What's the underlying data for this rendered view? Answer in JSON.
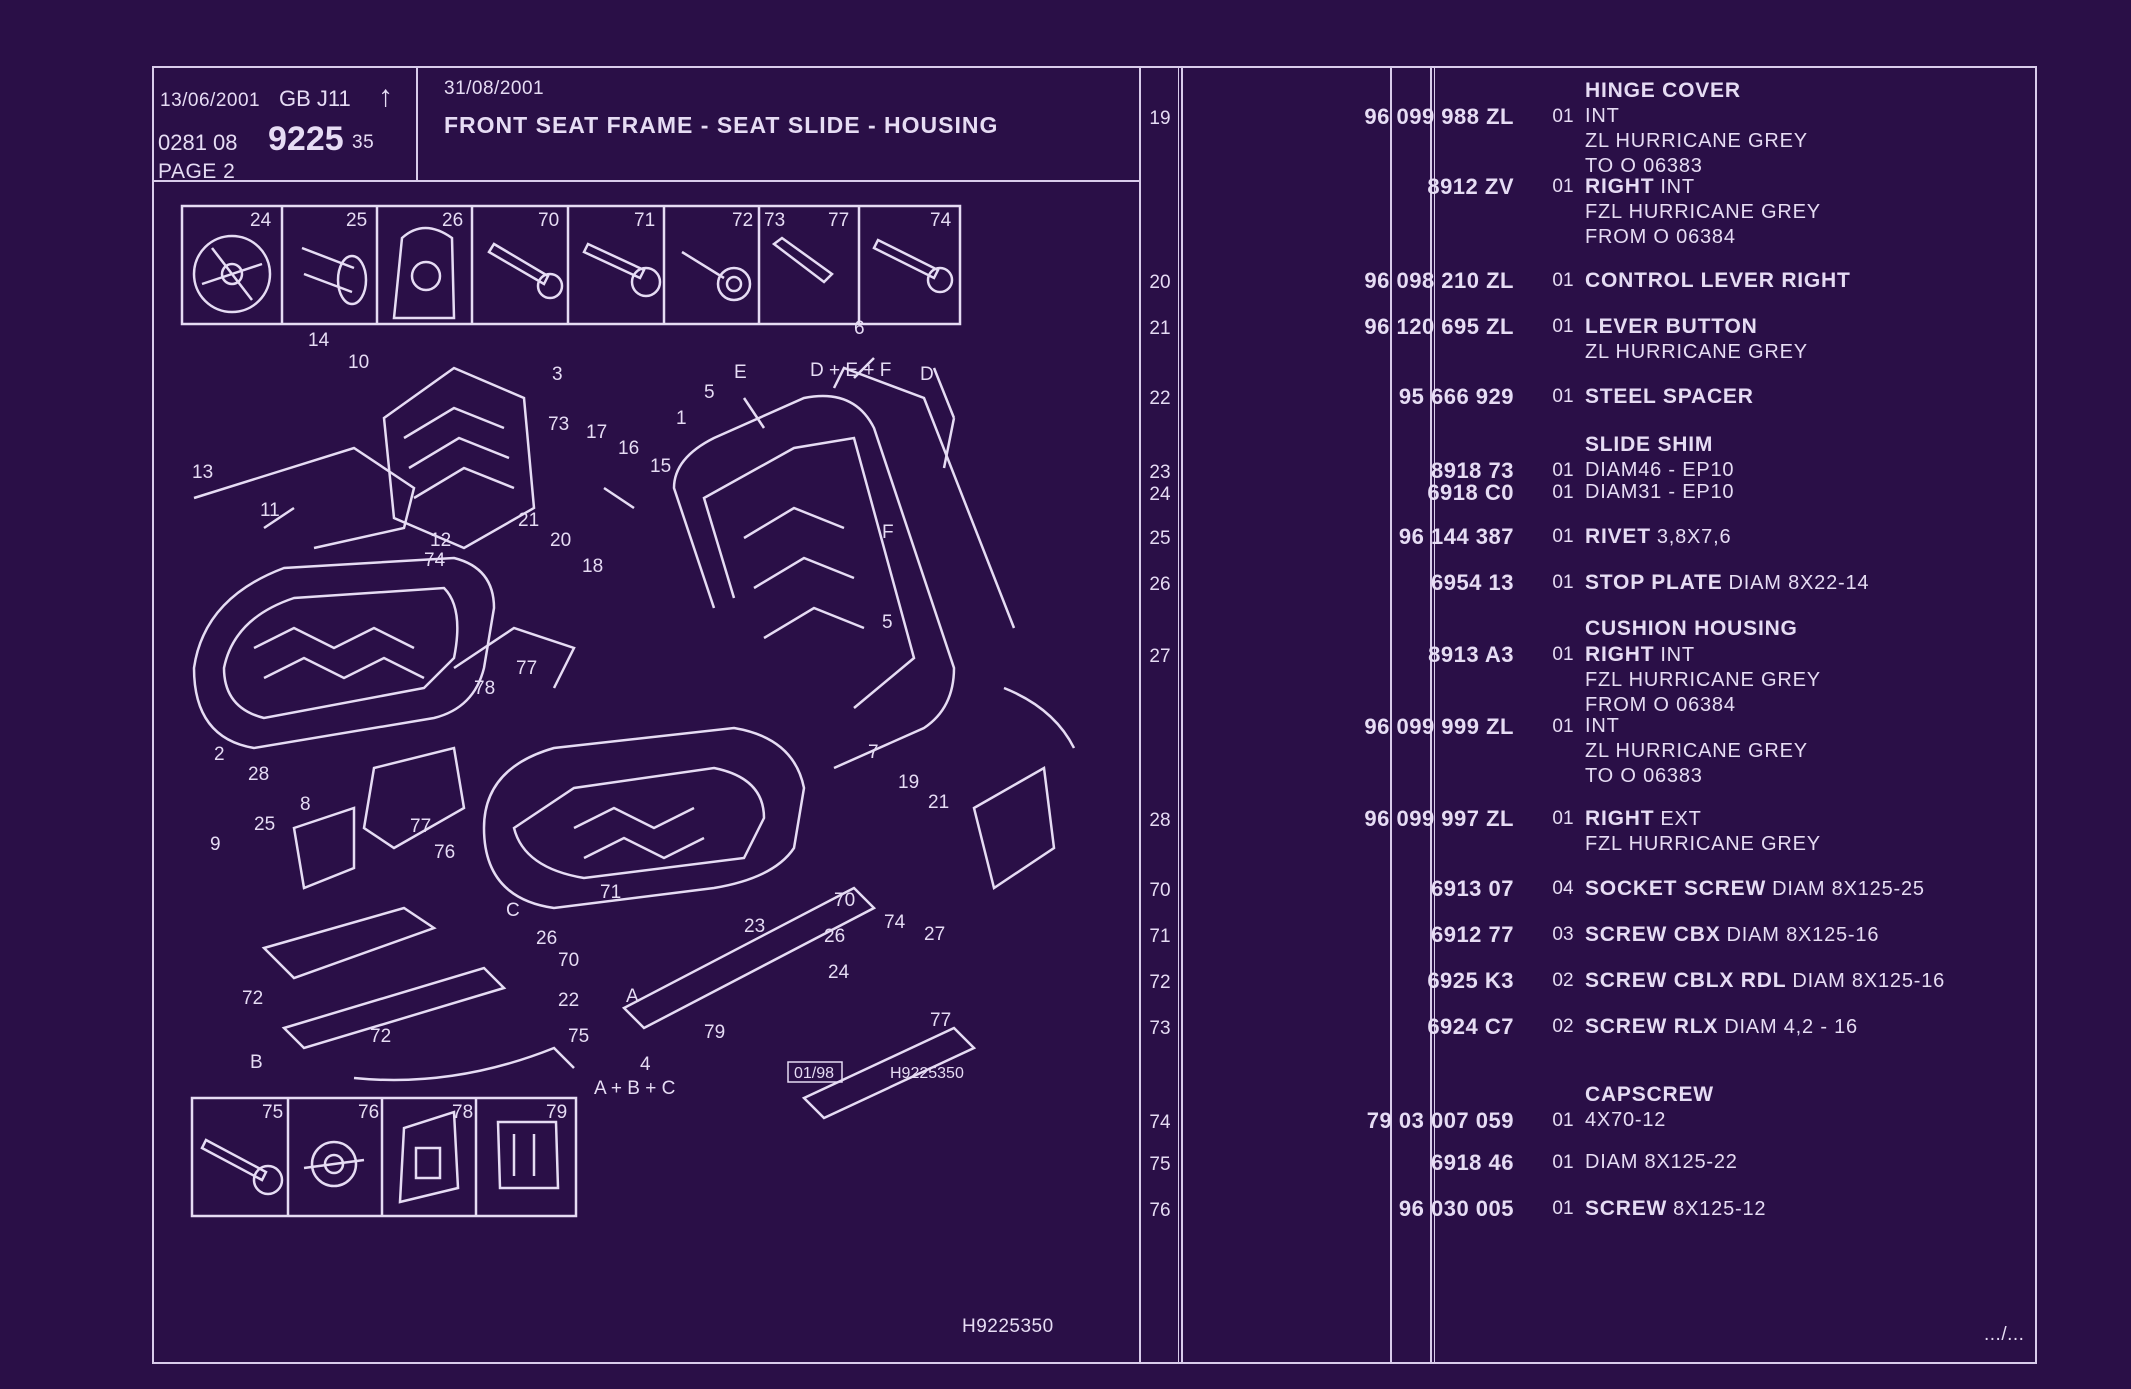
{
  "header": {
    "date1": "13/06/2001",
    "code": "GB J11",
    "line2a": "0281 08",
    "line2b": "9225",
    "line2c": "35",
    "page": "PAGE 2",
    "date2": "31/08/2001",
    "title": "FRONT SEAT FRAME - SEAT SLIDE - HOUSING"
  },
  "diagram": {
    "top_callouts": [
      "24",
      "25",
      "26",
      "70",
      "71",
      "72",
      "73",
      "77",
      "74"
    ],
    "bottom_callouts": [
      "75",
      "76",
      "78",
      "79"
    ],
    "group_label_top": "D + E + F",
    "group_label_top_num": "6",
    "group_label_bottom": "A + B + C",
    "group_label_bottom_num": "4",
    "stamp_date": "01/98",
    "stamp_ref": "H9225350",
    "labels": [
      "14",
      "10",
      "3",
      "13",
      "11",
      "12",
      "73",
      "17",
      "16",
      "15",
      "1",
      "5",
      "E",
      "D",
      "21",
      "20",
      "18",
      "74",
      "F",
      "5",
      "78",
      "77",
      "2",
      "28",
      "8",
      "77",
      "7",
      "19",
      "21",
      "25",
      "9",
      "76",
      "C",
      "26",
      "70",
      "71",
      "23",
      "26",
      "70",
      "74",
      "24",
      "72",
      "22",
      "27",
      "72",
      "75",
      "A",
      "B",
      "79",
      "77"
    ]
  },
  "footer": {
    "ref": "H9225350",
    "cont": ".../..."
  },
  "parts": [
    {
      "ref": "19",
      "pn": "96 099 988 ZL",
      "qty": "01",
      "title": "HINGE COVER",
      "desc": "",
      "lines": [
        "INT",
        "ZL HURRICANE GREY",
        "TO  O  06383"
      ]
    },
    {
      "ref": "",
      "pn": "8912 ZV",
      "qty": "01",
      "title": "",
      "desc": "RIGHT",
      "desc2": "INT",
      "lines": [
        "FZL HURRICANE GREY",
        "FROM  O  06384"
      ]
    },
    {
      "ref": "20",
      "pn": "96 098 210 ZL",
      "qty": "01",
      "title": "",
      "desc": "CONTROL LEVER RIGHT",
      "lines": []
    },
    {
      "ref": "21",
      "pn": "96 120 695 ZL",
      "qty": "01",
      "title": "",
      "desc": "LEVER BUTTON",
      "lines": [
        "ZL HURRICANE GREY"
      ]
    },
    {
      "ref": "22",
      "pn": "95 666 929",
      "qty": "01",
      "title": "",
      "desc": "STEEL SPACER",
      "lines": []
    },
    {
      "ref": "23",
      "pn": "8918 73",
      "qty": "01",
      "title": "SLIDE SHIM",
      "desc": "",
      "lines": [
        "DIAM46 - EP10"
      ]
    },
    {
      "ref": "24",
      "pn": "6918 C0",
      "qty": "01",
      "title": "",
      "desc": "",
      "lines": [
        "DIAM31 - EP10"
      ]
    },
    {
      "ref": "25",
      "pn": "96 144 387",
      "qty": "01",
      "title": "",
      "desc": "RIVET",
      "desc2": "3,8X7,6",
      "lines": []
    },
    {
      "ref": "26",
      "pn": "6954 13",
      "qty": "01",
      "title": "",
      "desc": "STOP PLATE",
      "desc2": "DIAM 8X22-14",
      "lines": []
    },
    {
      "ref": "27",
      "pn": "8913 A3",
      "qty": "01",
      "title": "CUSHION HOUSING",
      "desc": "RIGHT",
      "desc2": "INT",
      "lines": [
        "FZL HURRICANE GREY",
        "FROM  O  06384"
      ]
    },
    {
      "ref": "",
      "pn": "96 099 999 ZL",
      "qty": "01",
      "title": "",
      "desc": "",
      "lines": [
        "INT",
        "ZL HURRICANE GREY",
        "TO  O  06383"
      ]
    },
    {
      "ref": "28",
      "pn": "96 099 997 ZL",
      "qty": "01",
      "title": "",
      "desc": "RIGHT",
      "desc2": "EXT",
      "lines": [
        "FZL HURRICANE GREY"
      ]
    },
    {
      "ref": "70",
      "pn": "6913 07",
      "qty": "04",
      "title": "",
      "desc": "SOCKET SCREW",
      "desc2": "DIAM 8X125-25",
      "lines": []
    },
    {
      "ref": "71",
      "pn": "6912 77",
      "qty": "03",
      "title": "",
      "desc": "SCREW CBX",
      "desc2": "DIAM 8X125-16",
      "lines": []
    },
    {
      "ref": "72",
      "pn": "6925 K3",
      "qty": "02",
      "title": "",
      "desc": "SCREW CBLX RDL",
      "desc2": "DIAM 8X125-16",
      "lines": []
    },
    {
      "ref": "73",
      "pn": "6924 C7",
      "qty": "02",
      "title": "",
      "desc": "SCREW RLX",
      "desc2": "DIAM 4,2 - 16",
      "lines": []
    },
    {
      "ref": "74",
      "pn": "79 03 007 059",
      "qty": "01",
      "title": "CAPSCREW",
      "desc": "",
      "lines": [
        "4X70-12"
      ]
    },
    {
      "ref": "75",
      "pn": "6918 46",
      "qty": "01",
      "title": "",
      "desc": "",
      "lines": [
        "DIAM 8X125-22"
      ]
    },
    {
      "ref": "76",
      "pn": "96 030 005",
      "qty": "01",
      "title": "",
      "desc": "SCREW",
      "desc2": "8X125-12",
      "lines": []
    }
  ],
  "colors": {
    "background": "#2a0f47",
    "ink": "#e6dcf4"
  }
}
